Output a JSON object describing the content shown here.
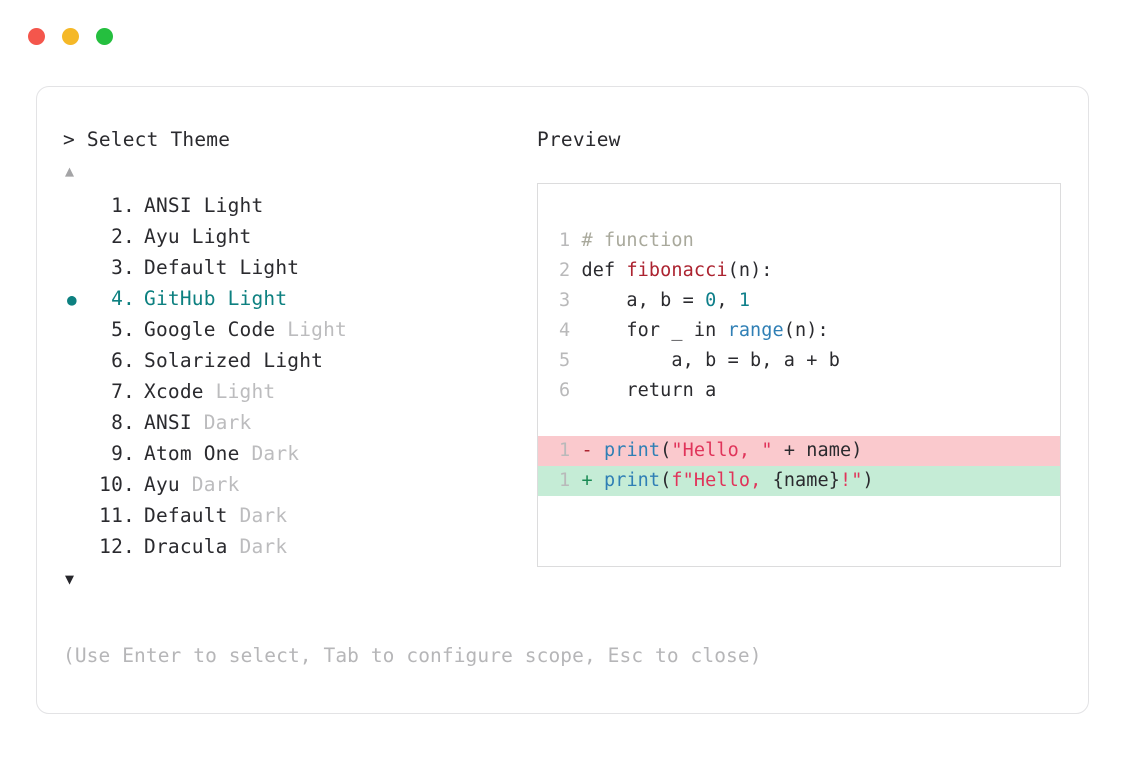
{
  "window": {
    "traffic_lights": [
      {
        "name": "close",
        "color": "#f4564c"
      },
      {
        "name": "minimize",
        "color": "#f5b827"
      },
      {
        "name": "maximize",
        "color": "#25bf3f"
      }
    ]
  },
  "prompt": {
    "heading": "> Select Theme",
    "scroll_up_icon": "▲",
    "scroll_down_icon": "▼",
    "selected_bullet": "●",
    "accent_color": "#0d8080"
  },
  "preview": {
    "heading": "Preview"
  },
  "themes": [
    {
      "index": " 1.",
      "name": "ANSI",
      "variant": "Light",
      "variant_dim": false,
      "selected": false
    },
    {
      "index": " 2.",
      "name": "Ayu",
      "variant": "Light",
      "variant_dim": false,
      "selected": false
    },
    {
      "index": " 3.",
      "name": "Default",
      "variant": "Light",
      "variant_dim": false,
      "selected": false
    },
    {
      "index": " 4.",
      "name": "GitHub",
      "variant": "Light",
      "variant_dim": false,
      "selected": true
    },
    {
      "index": " 5.",
      "name": "Google Code",
      "variant": "Light",
      "variant_dim": true,
      "selected": false
    },
    {
      "index": " 6.",
      "name": "Solarized",
      "variant": "Light",
      "variant_dim": false,
      "selected": false
    },
    {
      "index": " 7.",
      "name": "Xcode",
      "variant": "Light",
      "variant_dim": true,
      "selected": false
    },
    {
      "index": " 8.",
      "name": "ANSI",
      "variant": "Dark",
      "variant_dim": true,
      "selected": false
    },
    {
      "index": " 9.",
      "name": "Atom One",
      "variant": "Dark",
      "variant_dim": true,
      "selected": false
    },
    {
      "index": "10.",
      "name": "Ayu",
      "variant": "Dark",
      "variant_dim": true,
      "selected": false
    },
    {
      "index": "11.",
      "name": "Default",
      "variant": "Dark",
      "variant_dim": true,
      "selected": false
    },
    {
      "index": "12.",
      "name": "Dracula",
      "variant": "Dark",
      "variant_dim": true,
      "selected": false
    }
  ],
  "code": {
    "lines": [
      {
        "no": "1",
        "tokens": [
          {
            "t": "# function",
            "c": "comment"
          }
        ]
      },
      {
        "no": "2",
        "tokens": [
          {
            "t": "def ",
            "c": "plain"
          },
          {
            "t": "fibonacci",
            "c": "func"
          },
          {
            "t": "(n):",
            "c": "punct"
          }
        ]
      },
      {
        "no": "3",
        "tokens": [
          {
            "t": "    a, b = ",
            "c": "plain"
          },
          {
            "t": "0",
            "c": "num"
          },
          {
            "t": ", ",
            "c": "plain"
          },
          {
            "t": "1",
            "c": "num"
          }
        ]
      },
      {
        "no": "4",
        "tokens": [
          {
            "t": "    for _ in ",
            "c": "plain"
          },
          {
            "t": "range",
            "c": "builtin"
          },
          {
            "t": "(n):",
            "c": "punct"
          }
        ]
      },
      {
        "no": "5",
        "tokens": [
          {
            "t": "        a, b = b, a + b",
            "c": "plain"
          }
        ]
      },
      {
        "no": "6",
        "tokens": [
          {
            "t": "    return a",
            "c": "plain"
          }
        ]
      }
    ],
    "diff": [
      {
        "no": "1",
        "kind": "del",
        "sign": " - ",
        "tokens": [
          {
            "t": "print",
            "c": "builtin"
          },
          {
            "t": "(",
            "c": "punct"
          },
          {
            "t": "\"Hello, \"",
            "c": "string"
          },
          {
            "t": " + name)",
            "c": "plain"
          }
        ]
      },
      {
        "no": "1",
        "kind": "add",
        "sign": " + ",
        "tokens": [
          {
            "t": "print",
            "c": "builtin"
          },
          {
            "t": "(",
            "c": "punct"
          },
          {
            "t": "f\"Hello, ",
            "c": "string"
          },
          {
            "t": "{name}",
            "c": "plain"
          },
          {
            "t": "!\"",
            "c": "string"
          },
          {
            "t": ")",
            "c": "punct"
          }
        ]
      }
    ]
  },
  "hint": "(Use Enter to select, Tab to configure scope, Esc to close)"
}
